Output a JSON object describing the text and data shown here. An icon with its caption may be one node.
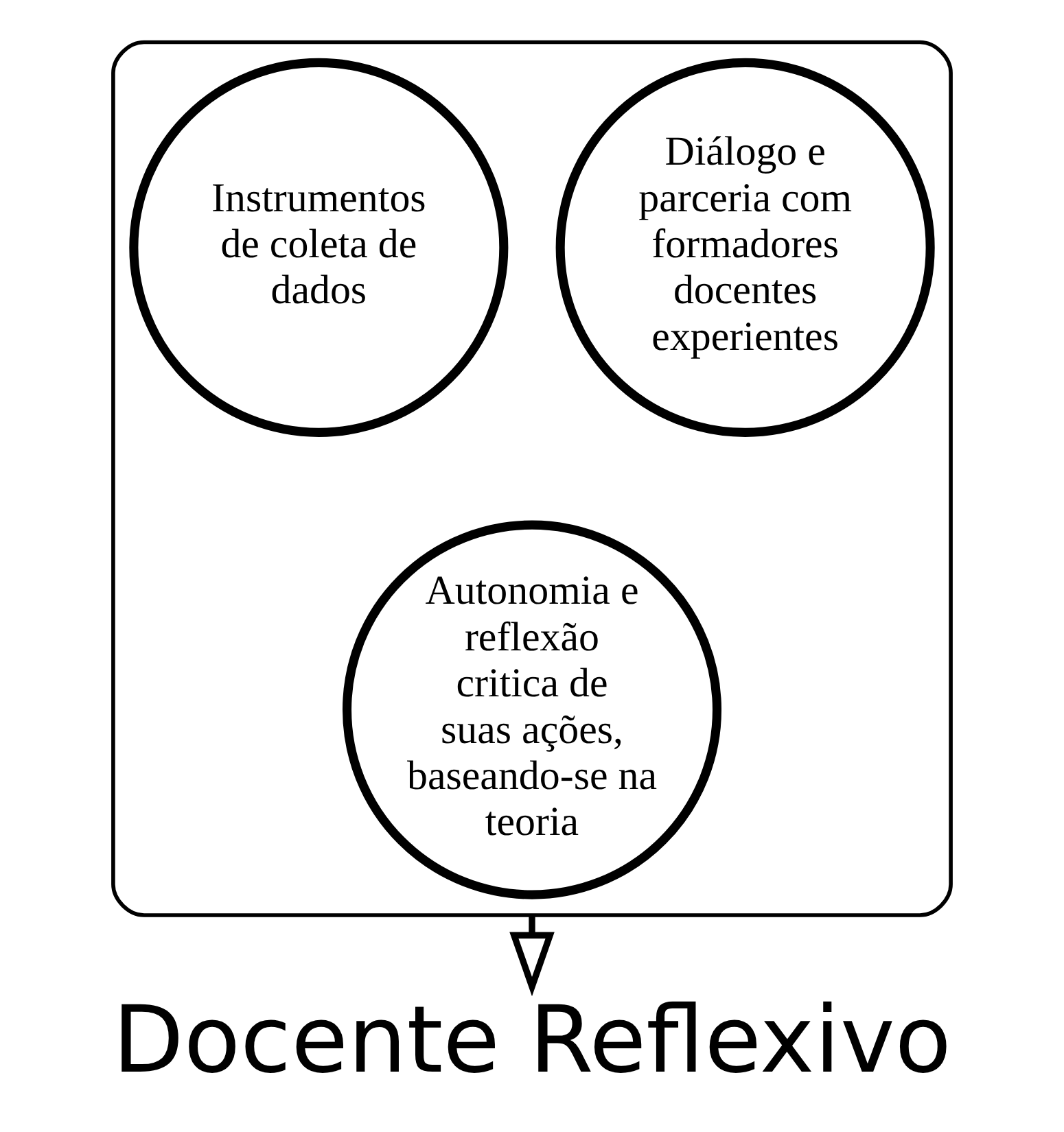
{
  "diagram": {
    "nodes": [
      {
        "text": [],
        "shape": "funnel"
      },
      {
        "text": [
          "Diálogo e parceria com formadores docentes experientes"
        ],
        "in": 0
      },
      {
        "text": [
          "Instrumentos de coleta de dados"
        ],
        "in": 0
      },
      {
        "text": [
          "Autonomia e reflexão critica de suas ações, baseando-se na teoria"
        ],
        "in": 0
      },
      {
        "text": [
          "Docente Reflexivo"
        ]
      }
    ],
    "edges": [
      {
        "from": 0,
        "to": 4,
        "arrow": "to"
      }
    ]
  }
}
